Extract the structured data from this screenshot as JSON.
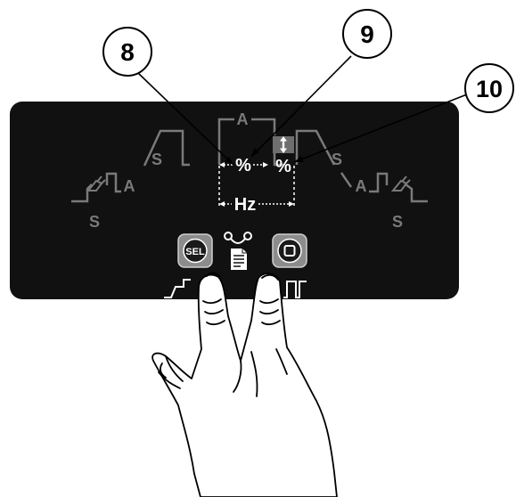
{
  "callouts": {
    "c8": "8",
    "c9": "9",
    "c10": "10"
  },
  "panel": {
    "param_a_top": "A",
    "param_a_left": "A",
    "param_a_right": "A",
    "param_s_left_upper": "S",
    "param_s_right_upper": "S",
    "param_s_left_lower": "S",
    "param_s_right_lower": "S",
    "percent_left": "%",
    "percent_right": "%",
    "frequency": "Hz",
    "sel_button_label": "SEL"
  },
  "icons": {
    "sel": "sel-button-icon",
    "program": "program-document-icon",
    "link": "link-icon",
    "stop": "stop-square-icon",
    "torch_left": "torch-trigger-icon",
    "torch_right": "torch-trigger-icon",
    "double_arrow": "double-arrow-icon",
    "hand": "hand-icon"
  },
  "colors": {
    "panel_bg": "#111111",
    "graph_line": "#7a7a7a",
    "label_white": "#ffffff",
    "button_face": "#8c8c8c",
    "highlight_box": "#6e6e6e"
  }
}
